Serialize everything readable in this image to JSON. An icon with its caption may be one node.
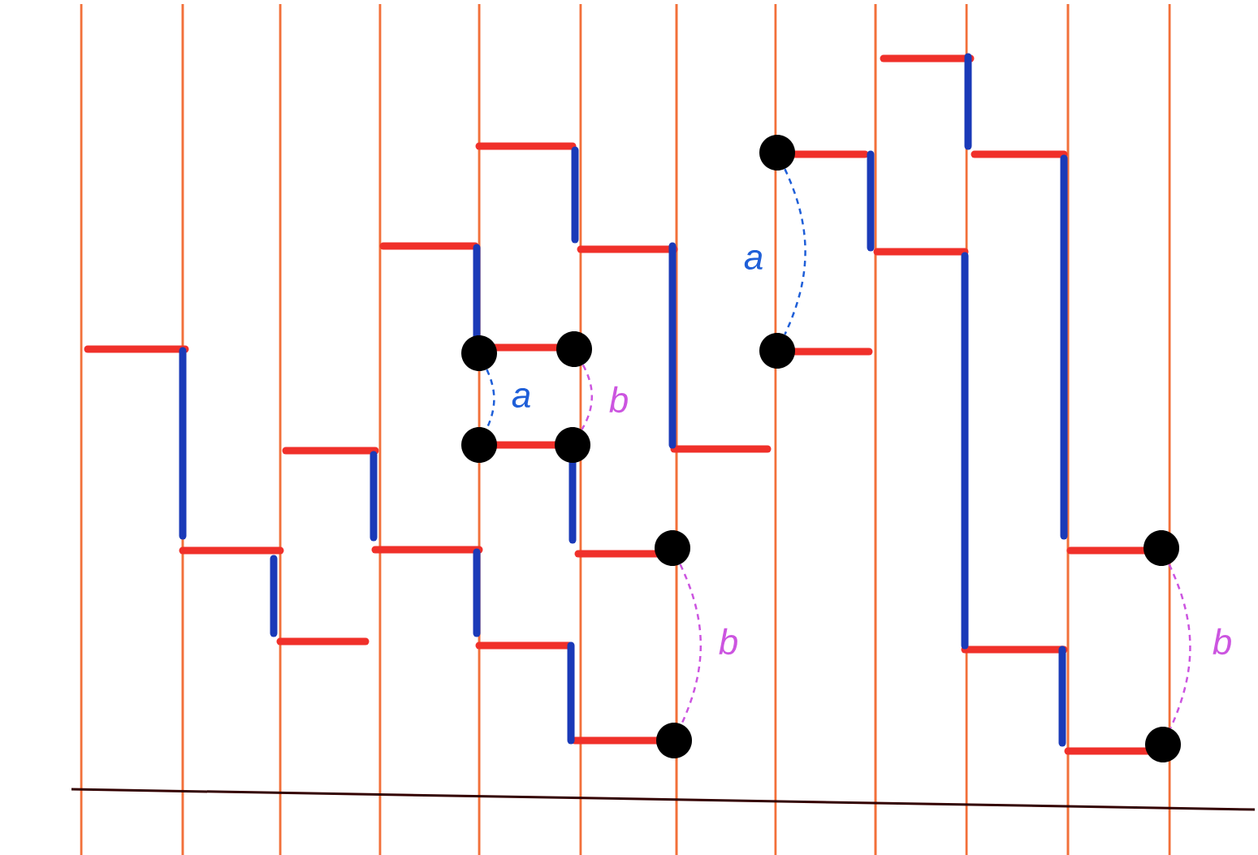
{
  "diagram": {
    "nodes": [
      {
        "text": [],
        "shape": "circle"
      },
      {
        "text": [],
        "shape": "circle"
      },
      {
        "text": [],
        "shape": "circle"
      },
      {
        "text": [],
        "shape": "circle"
      },
      {
        "text": [],
        "shape": "circle"
      },
      {
        "text": [],
        "shape": "circle"
      },
      {
        "text": [],
        "shape": "circle"
      },
      {
        "text": [],
        "shape": "circle"
      },
      {
        "text": [],
        "shape": "circle"
      },
      {
        "text": [],
        "shape": "circle"
      }
    ],
    "edges": [
      {
        "from": 0,
        "to": 1,
        "arrow": "none",
        "label": "a",
        "style": "dashed",
        "color": "#1f5fd8"
      },
      {
        "from": 2,
        "to": 3,
        "arrow": "none",
        "label": "b",
        "style": "dashed",
        "color": "#cc55e0"
      },
      {
        "from": 4,
        "to": 5,
        "arrow": "none",
        "label": "b",
        "style": "dashed",
        "color": "#cc55e0"
      },
      {
        "from": 6,
        "to": 7,
        "arrow": "none",
        "label": "a",
        "style": "dashed",
        "color": "#1f5fd8"
      },
      {
        "from": 8,
        "to": 9,
        "arrow": "none",
        "label": "b",
        "style": "dashed",
        "color": "#cc55e0"
      }
    ]
  }
}
